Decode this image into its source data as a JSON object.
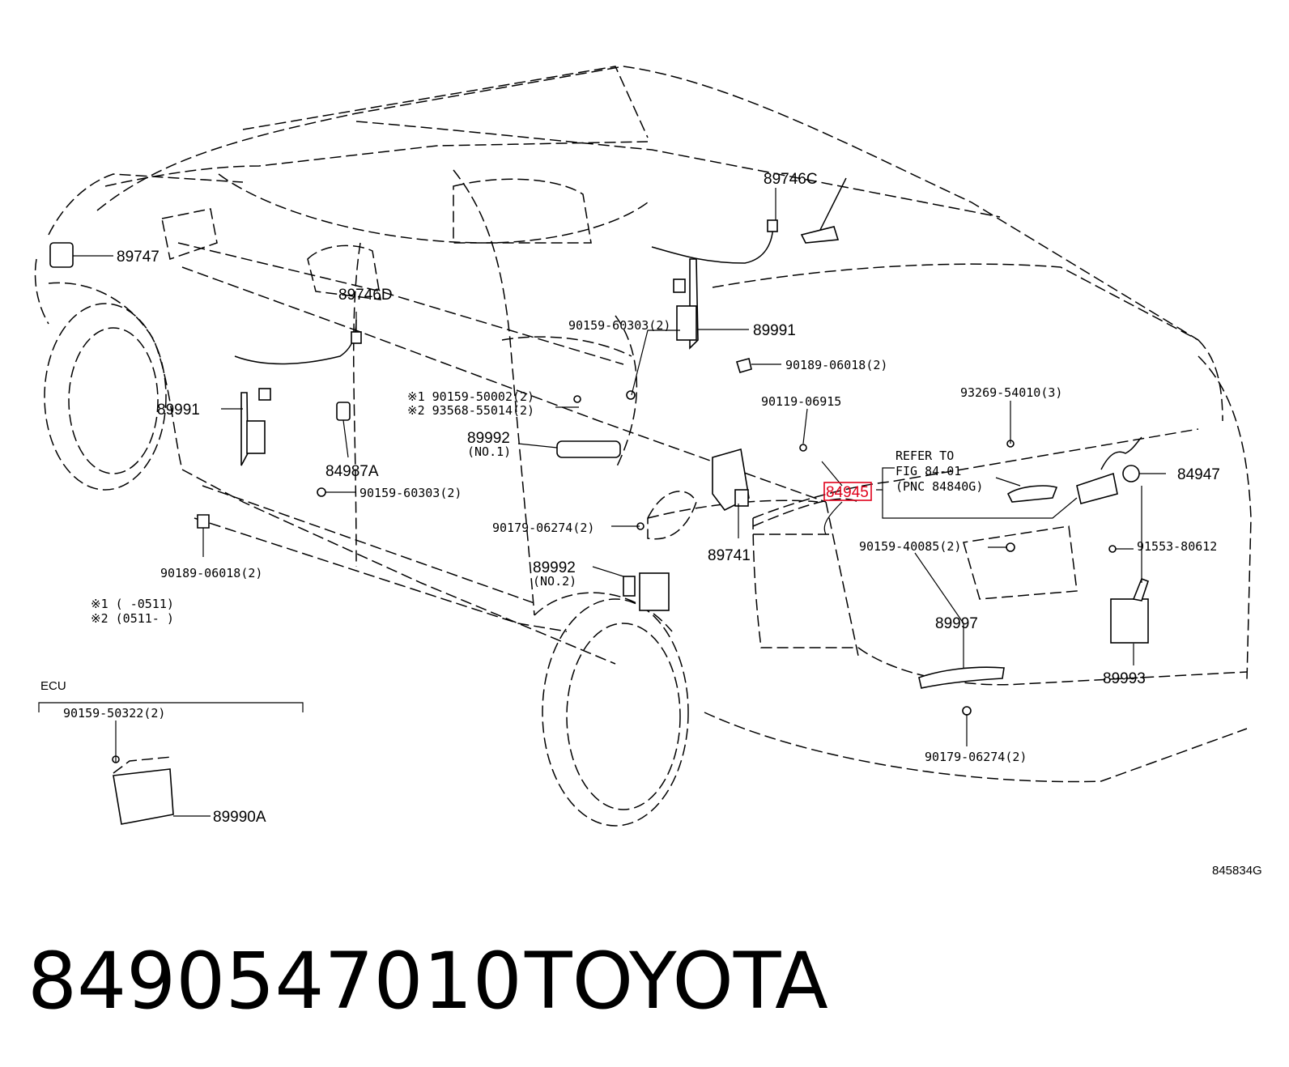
{
  "labels": {
    "p89747": "89747",
    "p89746D": "89746D",
    "p89746C": "89746C",
    "p89991_left": "89991",
    "p89991_right": "89991",
    "p84987A": "84987A",
    "p90159_60303_a": "90159-60303(2)",
    "p90159_60303_b": "90159-60303(2)",
    "p90189_06018_a": "90189-06018(2)",
    "p90189_06018_b": "90189-06018(2)",
    "p90159_50002": "※1 90159-50002(2)",
    "p93568_55014": "※2 93568-55014(2)",
    "p89992_no1": "89992",
    "p89992_no1_sub": "(NO.1)",
    "p89992_no2": "89992",
    "p89992_no2_sub": "(NO.2)",
    "p90119_06915": "90119-06915",
    "p90179_06274_a": "90179-06274(2)",
    "p90179_06274_b": "90179-06274(2)",
    "p89741": "89741",
    "p84945": "84945",
    "refer_1": "REFER TO",
    "refer_2": "FIG 84-01",
    "refer_3": "(PNC 84840G)",
    "p93269_54010": "93269-54010(3)",
    "p84947": "84947",
    "p90159_40085": "90159-40085(2)",
    "p91553_80612": "91553-80612",
    "p89997": "89997",
    "p89993": "89993",
    "note1": "※1 (     -0511)",
    "note2": "※2 (0511-     )",
    "ecu_title": "ECU",
    "p90159_50322": "90159-50322(2)",
    "p89990A": "89990A",
    "diagram_code": "845834G"
  },
  "footer": {
    "part_number": "8490547010",
    "brand": "TOYOTA"
  },
  "colors": {
    "line": "#000000",
    "highlight": "#e0001b",
    "background": "#ffffff"
  }
}
